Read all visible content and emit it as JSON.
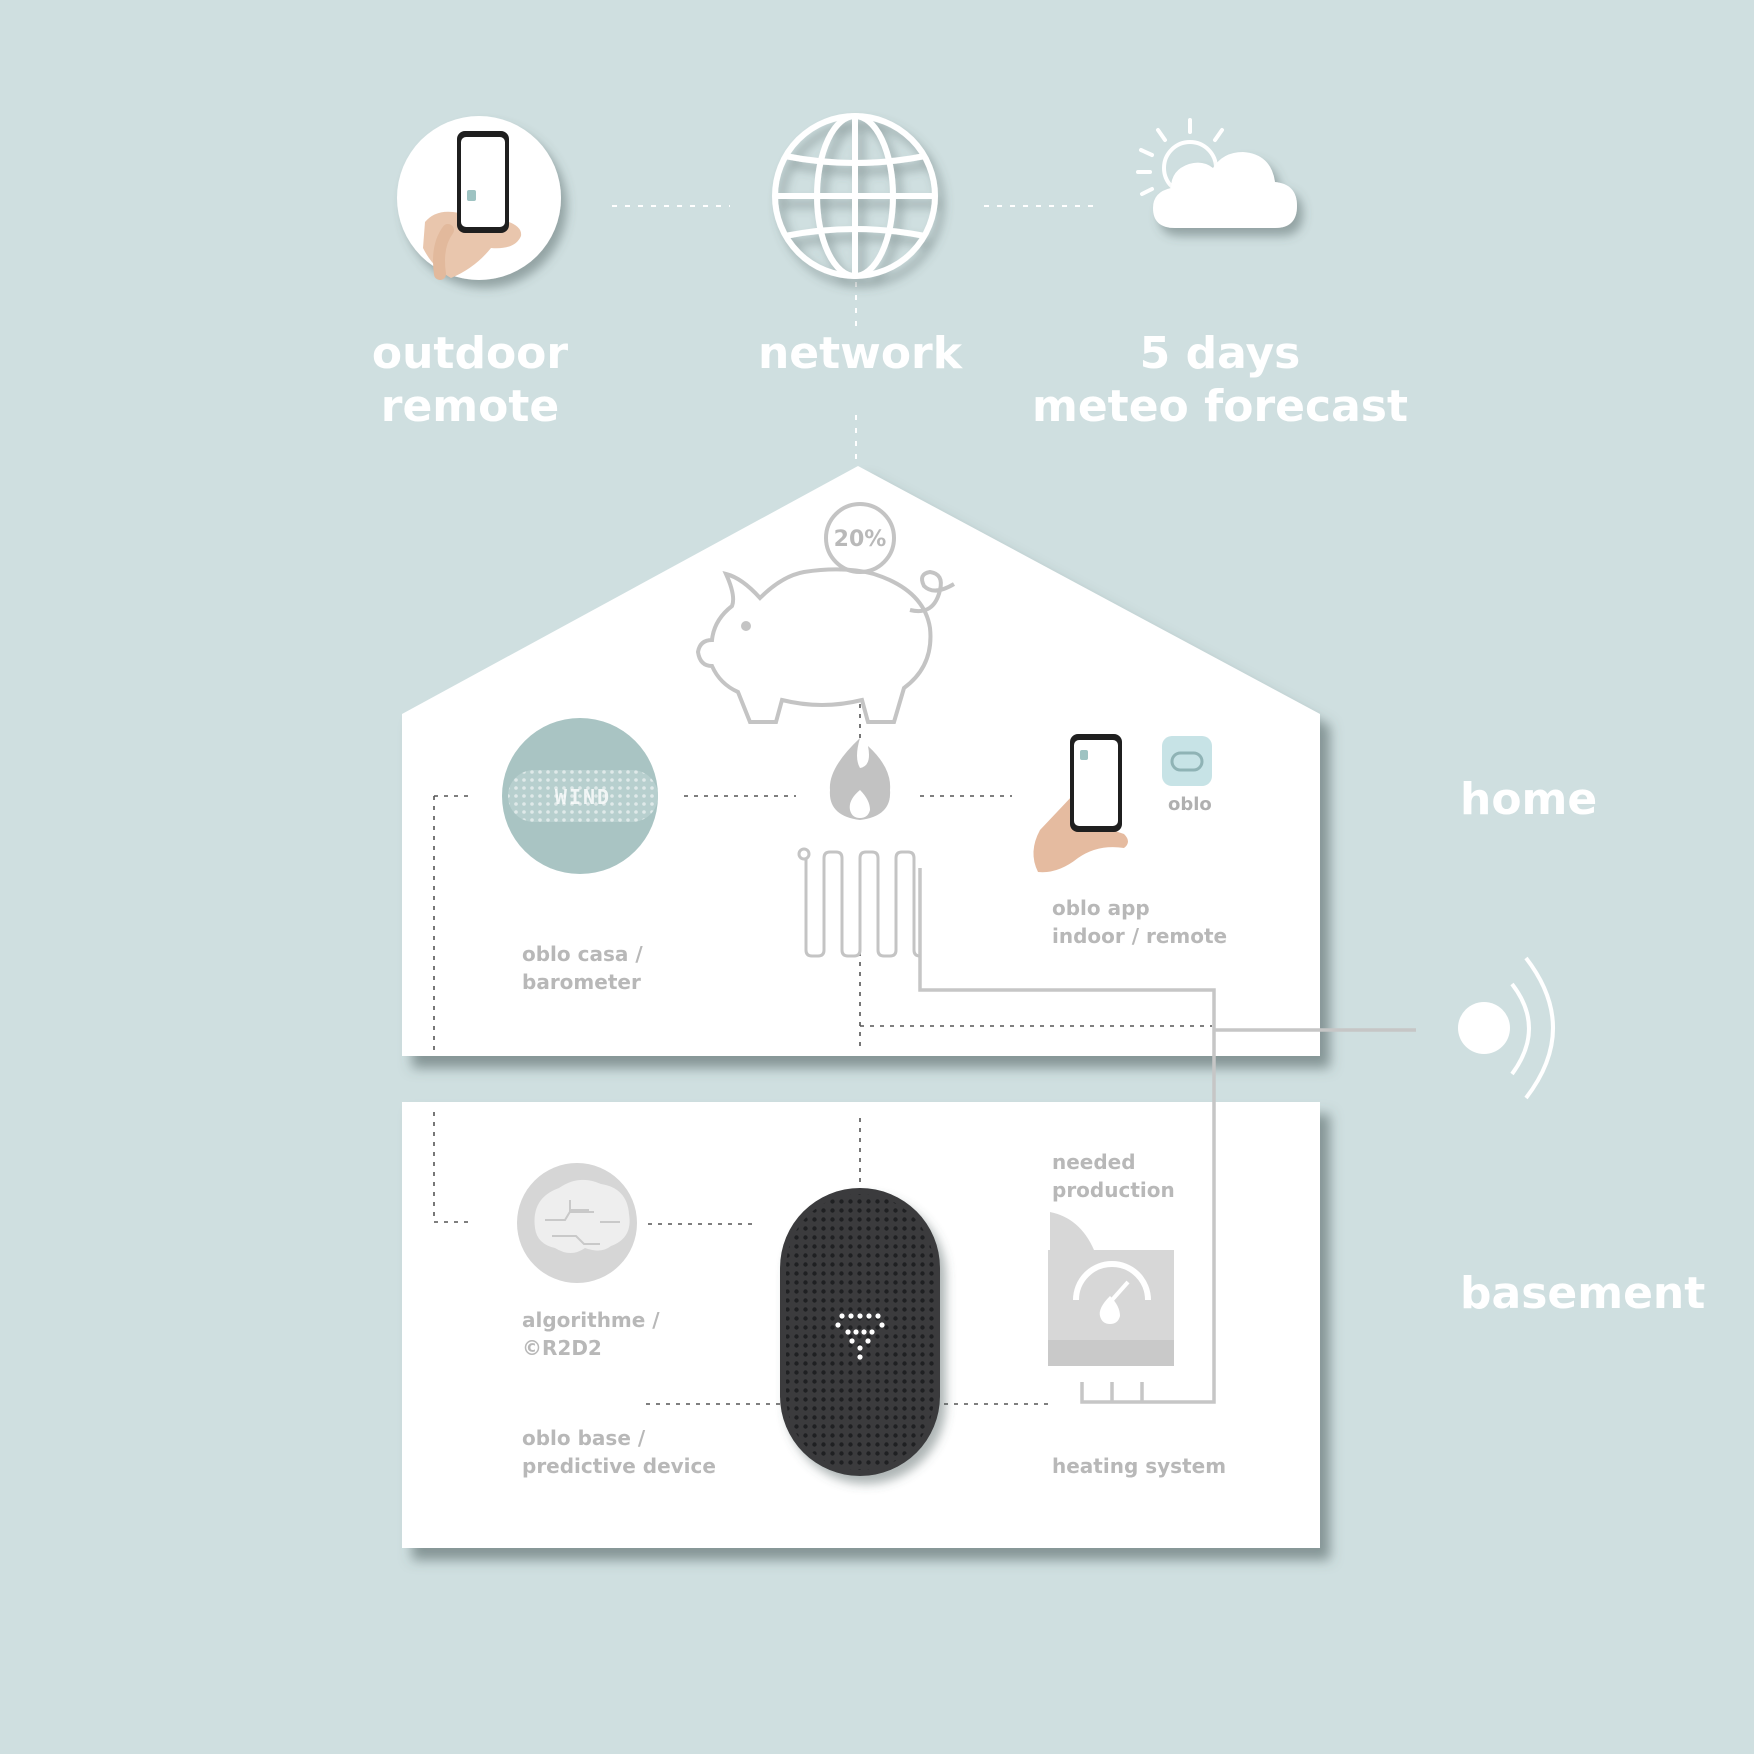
{
  "top": {
    "outdoor_remote": "outdoor\nremote",
    "network": "network",
    "forecast": "5 days\nmeteo forecast"
  },
  "floors": {
    "home": "home",
    "basement": "basement"
  },
  "home_items": {
    "savings_badge": "20%",
    "oblo_casa": "oblo casa /\nbarometer",
    "oblo_app": "oblo app\nindoor / remote",
    "oblo_tag": "oblo",
    "casa_display": "WIND"
  },
  "basement_items": {
    "algorithm": "algorithme /\n©R2D2",
    "oblo_base": "oblo base /\npredictive device",
    "needed_production": "needed\nproduction",
    "heating_system": "heating system"
  },
  "icons": [
    "phone-in-hand-icon",
    "globe-icon",
    "sun-cloud-icon",
    "piggy-bank-icon",
    "flame-icon",
    "radiator-icon",
    "brain-icon",
    "boiler-icon",
    "wireless-signal-icon",
    "wifi-icon"
  ],
  "colors": {
    "background": "#cfdfe0",
    "panel": "#ffffff",
    "line_gray": "#bdbdbd",
    "device_dark": "#3a3b3d",
    "casa_teal": "#a9c4c3"
  }
}
